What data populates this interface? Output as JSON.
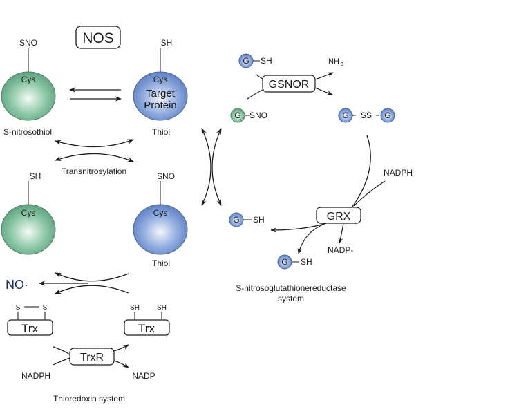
{
  "colors": {
    "green_protein": "#7dbf9c",
    "green_edge": "#5c8f74",
    "blue_protein": "#7f9fd6",
    "blue_edge": "#5570a0",
    "no_radical": "#1c2e5c",
    "line": "#1a1a1a"
  },
  "nos": {
    "label": "NOS"
  },
  "top_left_protein": {
    "group": "SNO",
    "residue": "Cys",
    "caption": "S-nitrosothiol"
  },
  "top_right_protein": {
    "group": "SH",
    "residue": "Cys",
    "name_line1": "Target",
    "name_line2": "Protein",
    "caption": "Thiol"
  },
  "transnitrosylation": {
    "label": "Transnitrosylation"
  },
  "mid_left_protein": {
    "group": "SH",
    "residue": "Cys"
  },
  "mid_right_protein": {
    "group": "SNO",
    "residue": "Cys",
    "caption": "Thiol"
  },
  "no_radical": {
    "label": "NO·"
  },
  "thioredoxin": {
    "oxidized": {
      "label": "Trx",
      "s1": "S",
      "s2": "S"
    },
    "reduced": {
      "label": "Trx",
      "s1": "SH",
      "s2": "SH"
    },
    "enzyme": "TrxR",
    "substrate": "NADPH",
    "product": "NADP",
    "caption": "Thioredoxin system"
  },
  "gsnor_system": {
    "gsh_top": {
      "g": "G",
      "group": "SH"
    },
    "nh3": {
      "main": "NH",
      "sub": "3"
    },
    "enzyme_gsnor": "GSNOR",
    "gsno": {
      "g": "G",
      "group": "SNO"
    },
    "gssg": {
      "g1": "G",
      "link": "SS",
      "g2": "G"
    },
    "nadph": "NADPH",
    "enzyme_grx": "GRX",
    "nadp": "NADP-",
    "gsh_left": {
      "g": "G",
      "group": "SH"
    },
    "gsh_bottom": {
      "g": "G",
      "group": "SH"
    },
    "caption_line1": "S-nitrosoglutathionereductase",
    "caption_line2": "system"
  }
}
